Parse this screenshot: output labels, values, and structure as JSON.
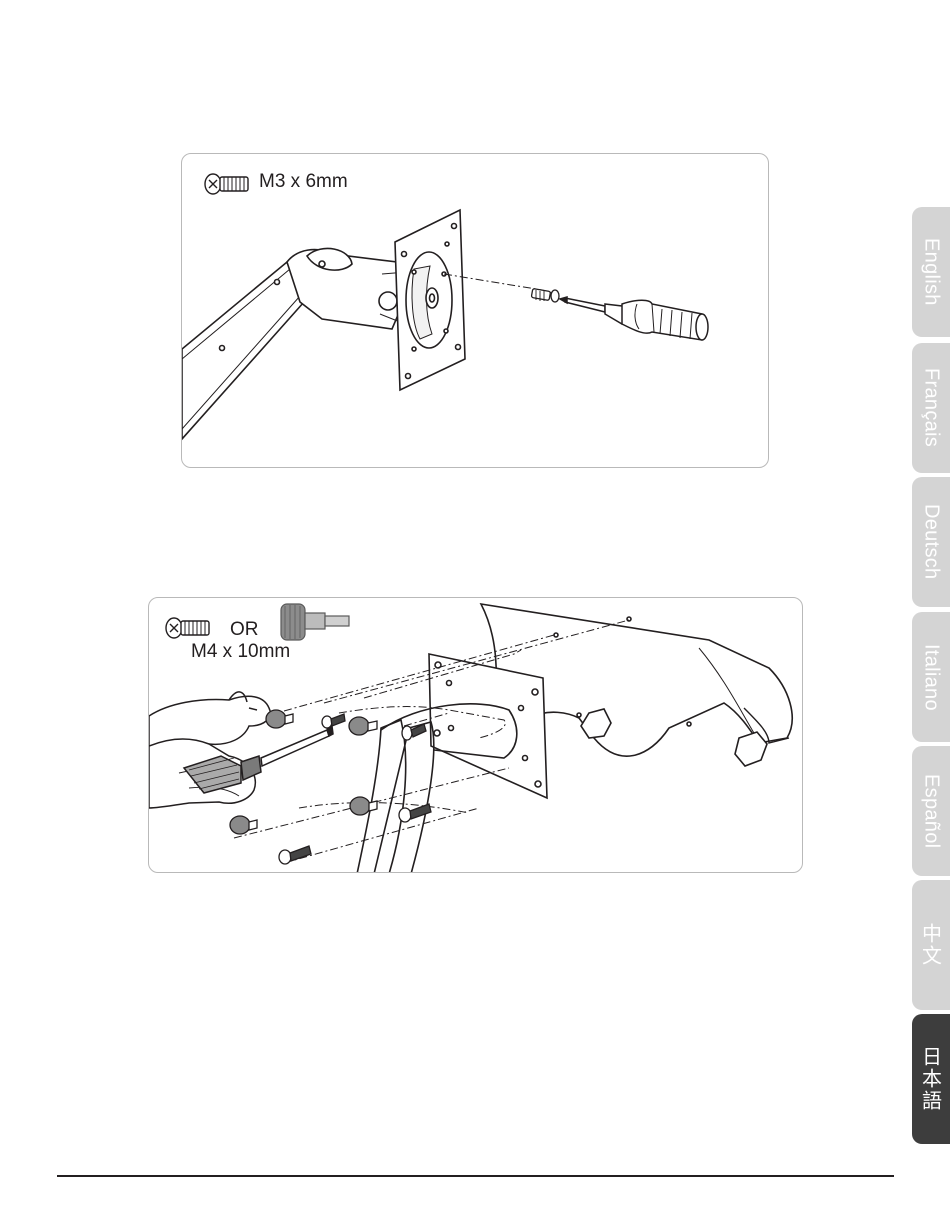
{
  "step_1": {
    "screw_label": "M3 x 6mm"
  },
  "step_2": {
    "or_label": "OR",
    "screw_label": "M4 x 10mm"
  },
  "language_tabs": [
    {
      "label": "English",
      "active": false
    },
    {
      "label": "Français",
      "active": false
    },
    {
      "label": "Deutsch",
      "active": false
    },
    {
      "label": "Italiano",
      "active": false
    },
    {
      "label": "Español",
      "active": false
    },
    {
      "label": "中文",
      "active": false
    },
    {
      "label": "日本語",
      "active": true
    }
  ],
  "colors": {
    "tab_inactive": "#d4d4d4",
    "tab_active": "#3d3d3d",
    "line_art": "#231f20",
    "panel_border": "#b9b9b9"
  },
  "icons": [
    "phillips-screw-icon",
    "thumb-screw-icon",
    "screwdriver-icon"
  ]
}
